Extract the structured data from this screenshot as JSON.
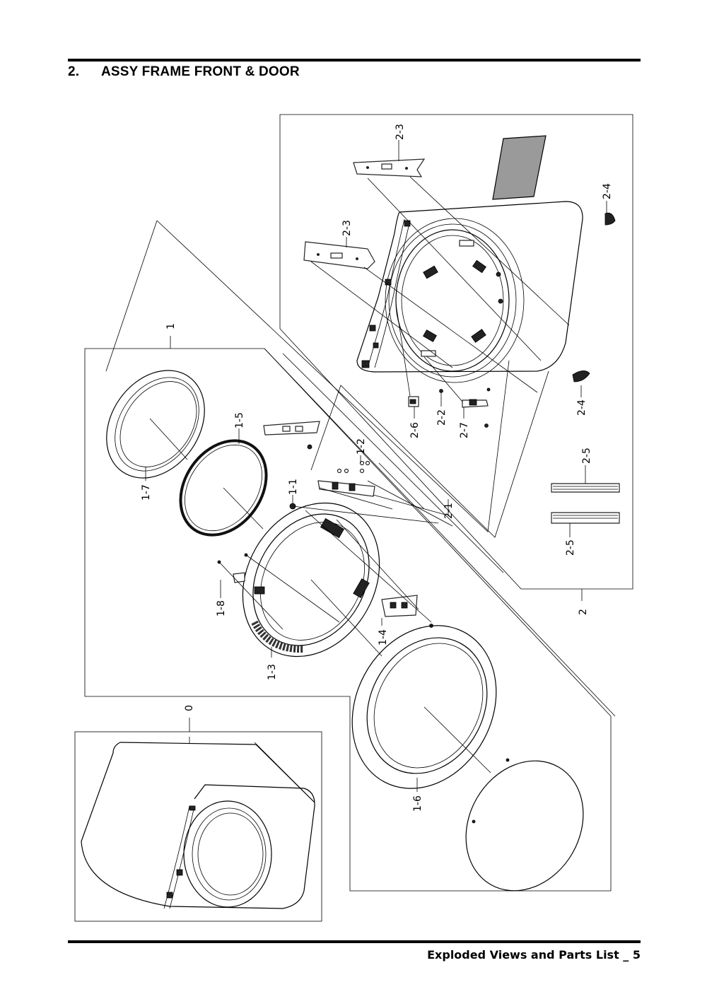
{
  "section": {
    "number": "2.",
    "title": "ASSY FRAME FRONT & DOOR"
  },
  "footer": {
    "text": "Exploded Views and Parts List _ 5"
  },
  "callouts": {
    "c0": "0",
    "c1": "1",
    "c1_1": "1-1",
    "c1_2": "1-2",
    "c1_3": "1-3",
    "c1_4": "1-4",
    "c1_5": "1-5",
    "c1_6": "1-6",
    "c1_7": "1-7",
    "c1_8": "1-8",
    "c2": "2",
    "c2_1": "2-1",
    "c2_2": "2-2",
    "c2_3a": "2-3",
    "c2_3b": "2-3",
    "c2_4": "2-4",
    "c2_5a": "2-5",
    "c2_5b": "2-5",
    "c2_6": "2-6",
    "c2_7": "2-7"
  }
}
